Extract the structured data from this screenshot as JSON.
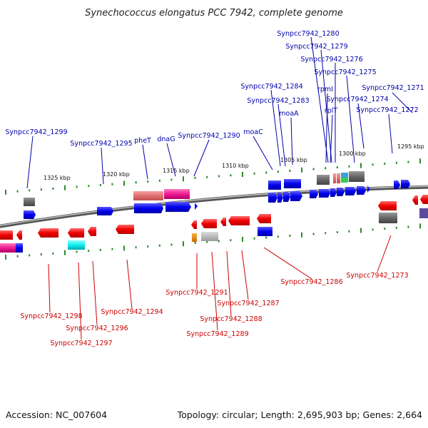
{
  "title": "Synechococcus elongatus PCC 7942, complete genome",
  "footer": {
    "accession": "Accession: NC_007604",
    "summary": "Topology: circular; Length: 2,695,903 bp; Genes: 2,664"
  },
  "colors": {
    "forward_label": "#0000aa",
    "reverse_label": "#cc0000",
    "forward_gene": "#0000ee",
    "reverse_gene": "#ee0000",
    "backbone": "#888888",
    "tick": "#2a8a2a"
  },
  "tick_labels": [
    "1325 kbp",
    "1320 kbp",
    "1315 kbp",
    "1310 kbp",
    "1305 kbp",
    "1300 kbp",
    "1295 kbp"
  ],
  "forward_labels": [
    "Synpcc7942_1280",
    "Synpcc7942_1279",
    "Synpcc7942_1276",
    "Synpcc7942_1275",
    "Synpcc7942_1284",
    "rpmI",
    "Synpcc7942_1271",
    "Synpcc7942_1283",
    "rplT",
    "Synpcc7942_1274",
    "moaA",
    "Synpcc7942_1272",
    "Synpcc7942_1299",
    "moaC",
    "pheT",
    "dnaG",
    "Synpcc7942_1290",
    "Synpcc7942_1295"
  ],
  "reverse_labels": [
    "Synpcc7942_1286",
    "Synpcc7942_1273",
    "Synpcc7942_1291",
    "Synpcc7942_1287",
    "Synpcc7942_1294",
    "Synpcc7942_1298",
    "Synpcc7942_1288",
    "Synpcc7942_1296",
    "Synpcc7942_1289",
    "Synpcc7942_1297"
  ]
}
